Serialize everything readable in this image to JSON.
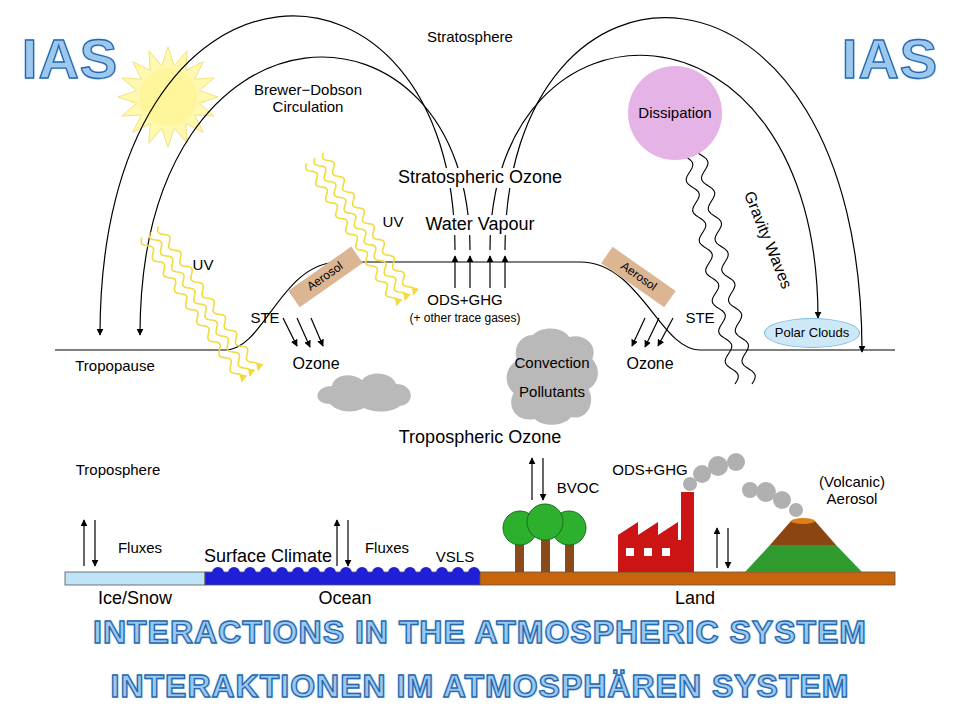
{
  "diagram": {
    "title": "INTERACTIONS IN THE ATMOSPHERIC SYSTEM",
    "caption": "INTERAKTIONEN IM ATMOSPHÄREN SYSTEM",
    "nodes": [
      {
        "text": [
          "Aerosol"
        ]
      },
      {
        "text": [
          "Aerosol"
        ]
      },
      {
        "text": [
          "Dissipation"
        ]
      },
      {
        "text": [
          "Polar Clouds"
        ]
      },
      {
        "text": [
          "Convection",
          "Pollutants"
        ]
      }
    ],
    "labels": [
      "IAS",
      "IAS",
      "Stratosphere",
      "Brewer−Dobson Circulation",
      "Stratospheric Ozone",
      "Water Vapour",
      "UV",
      "UV",
      "ODS+GHG",
      "(+ other trace gases)",
      "STE",
      "STE",
      "Ozone",
      "Ozone",
      "Tropopause",
      "Gravity Waves",
      "Tropospheric Ozone",
      "Troposphere",
      "BVOC",
      "ODS+GHG",
      "(Volcanic) Aerosol",
      "Fluxes",
      "Surface Climate",
      "Fluxes",
      "VSLS",
      "Ice/Snow",
      "Ocean",
      "Land"
    ]
  }
}
